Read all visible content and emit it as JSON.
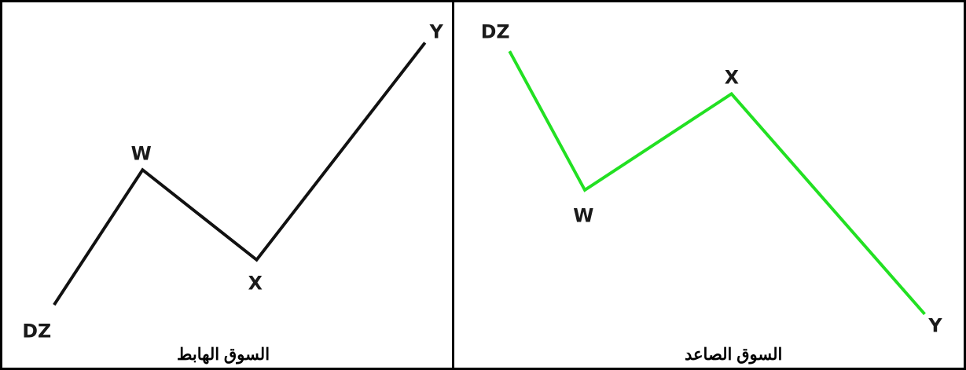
{
  "left_panel": {
    "caption": "السوق الهابط",
    "line_color": "#111111",
    "points": [
      {
        "label": "DZ"
      },
      {
        "label": "W"
      },
      {
        "label": "X"
      },
      {
        "label": "Y"
      }
    ]
  },
  "right_panel": {
    "caption": "السوق الصاعد",
    "line_color": "#22e022",
    "points": [
      {
        "label": "DZ"
      },
      {
        "label": "W"
      },
      {
        "label": "X"
      },
      {
        "label": "Y"
      }
    ]
  }
}
